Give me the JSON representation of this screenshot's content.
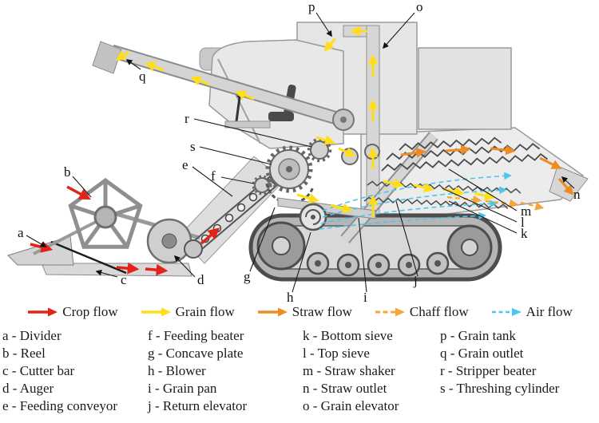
{
  "legend": {
    "items": [
      {
        "label": "Crop flow",
        "color": "#e2231a",
        "dashed": false
      },
      {
        "label": "Grain flow",
        "color": "#ffdd17",
        "dashed": false
      },
      {
        "label": "Straw flow",
        "color": "#ef8b23",
        "dashed": false
      },
      {
        "label": "Chaff flow",
        "color": "#f4a63b",
        "dashed": true
      },
      {
        "label": "Air flow",
        "color": "#4cc6ee",
        "dashed": true
      }
    ]
  },
  "parts": {
    "columns": [
      [
        "a - Divider",
        "b - Reel",
        "c - Cutter bar",
        "d - Auger",
        "e - Feeding conveyor"
      ],
      [
        "f - Feeding beater",
        "g - Concave plate",
        "h - Blower",
        "i - Grain pan",
        "j - Return elevator"
      ],
      [
        "k - Bottom sieve",
        "l - Top sieve",
        "m - Straw shaker",
        "n - Straw outlet",
        "o - Grain elevator"
      ],
      [
        "p - Grain tank",
        "q - Grain outlet",
        "r - Stripper beater",
        "s - Threshing cylinder"
      ]
    ]
  },
  "diagram": {
    "labels": {
      "a": "a",
      "b": "b",
      "c": "c",
      "d": "d",
      "e": "e",
      "f": "f",
      "g": "g",
      "h": "h",
      "i": "i",
      "j": "j",
      "k": "k",
      "l": "l",
      "m": "m",
      "n": "n",
      "o": "o",
      "p": "p",
      "q": "q",
      "r": "r",
      "s": "s"
    }
  }
}
